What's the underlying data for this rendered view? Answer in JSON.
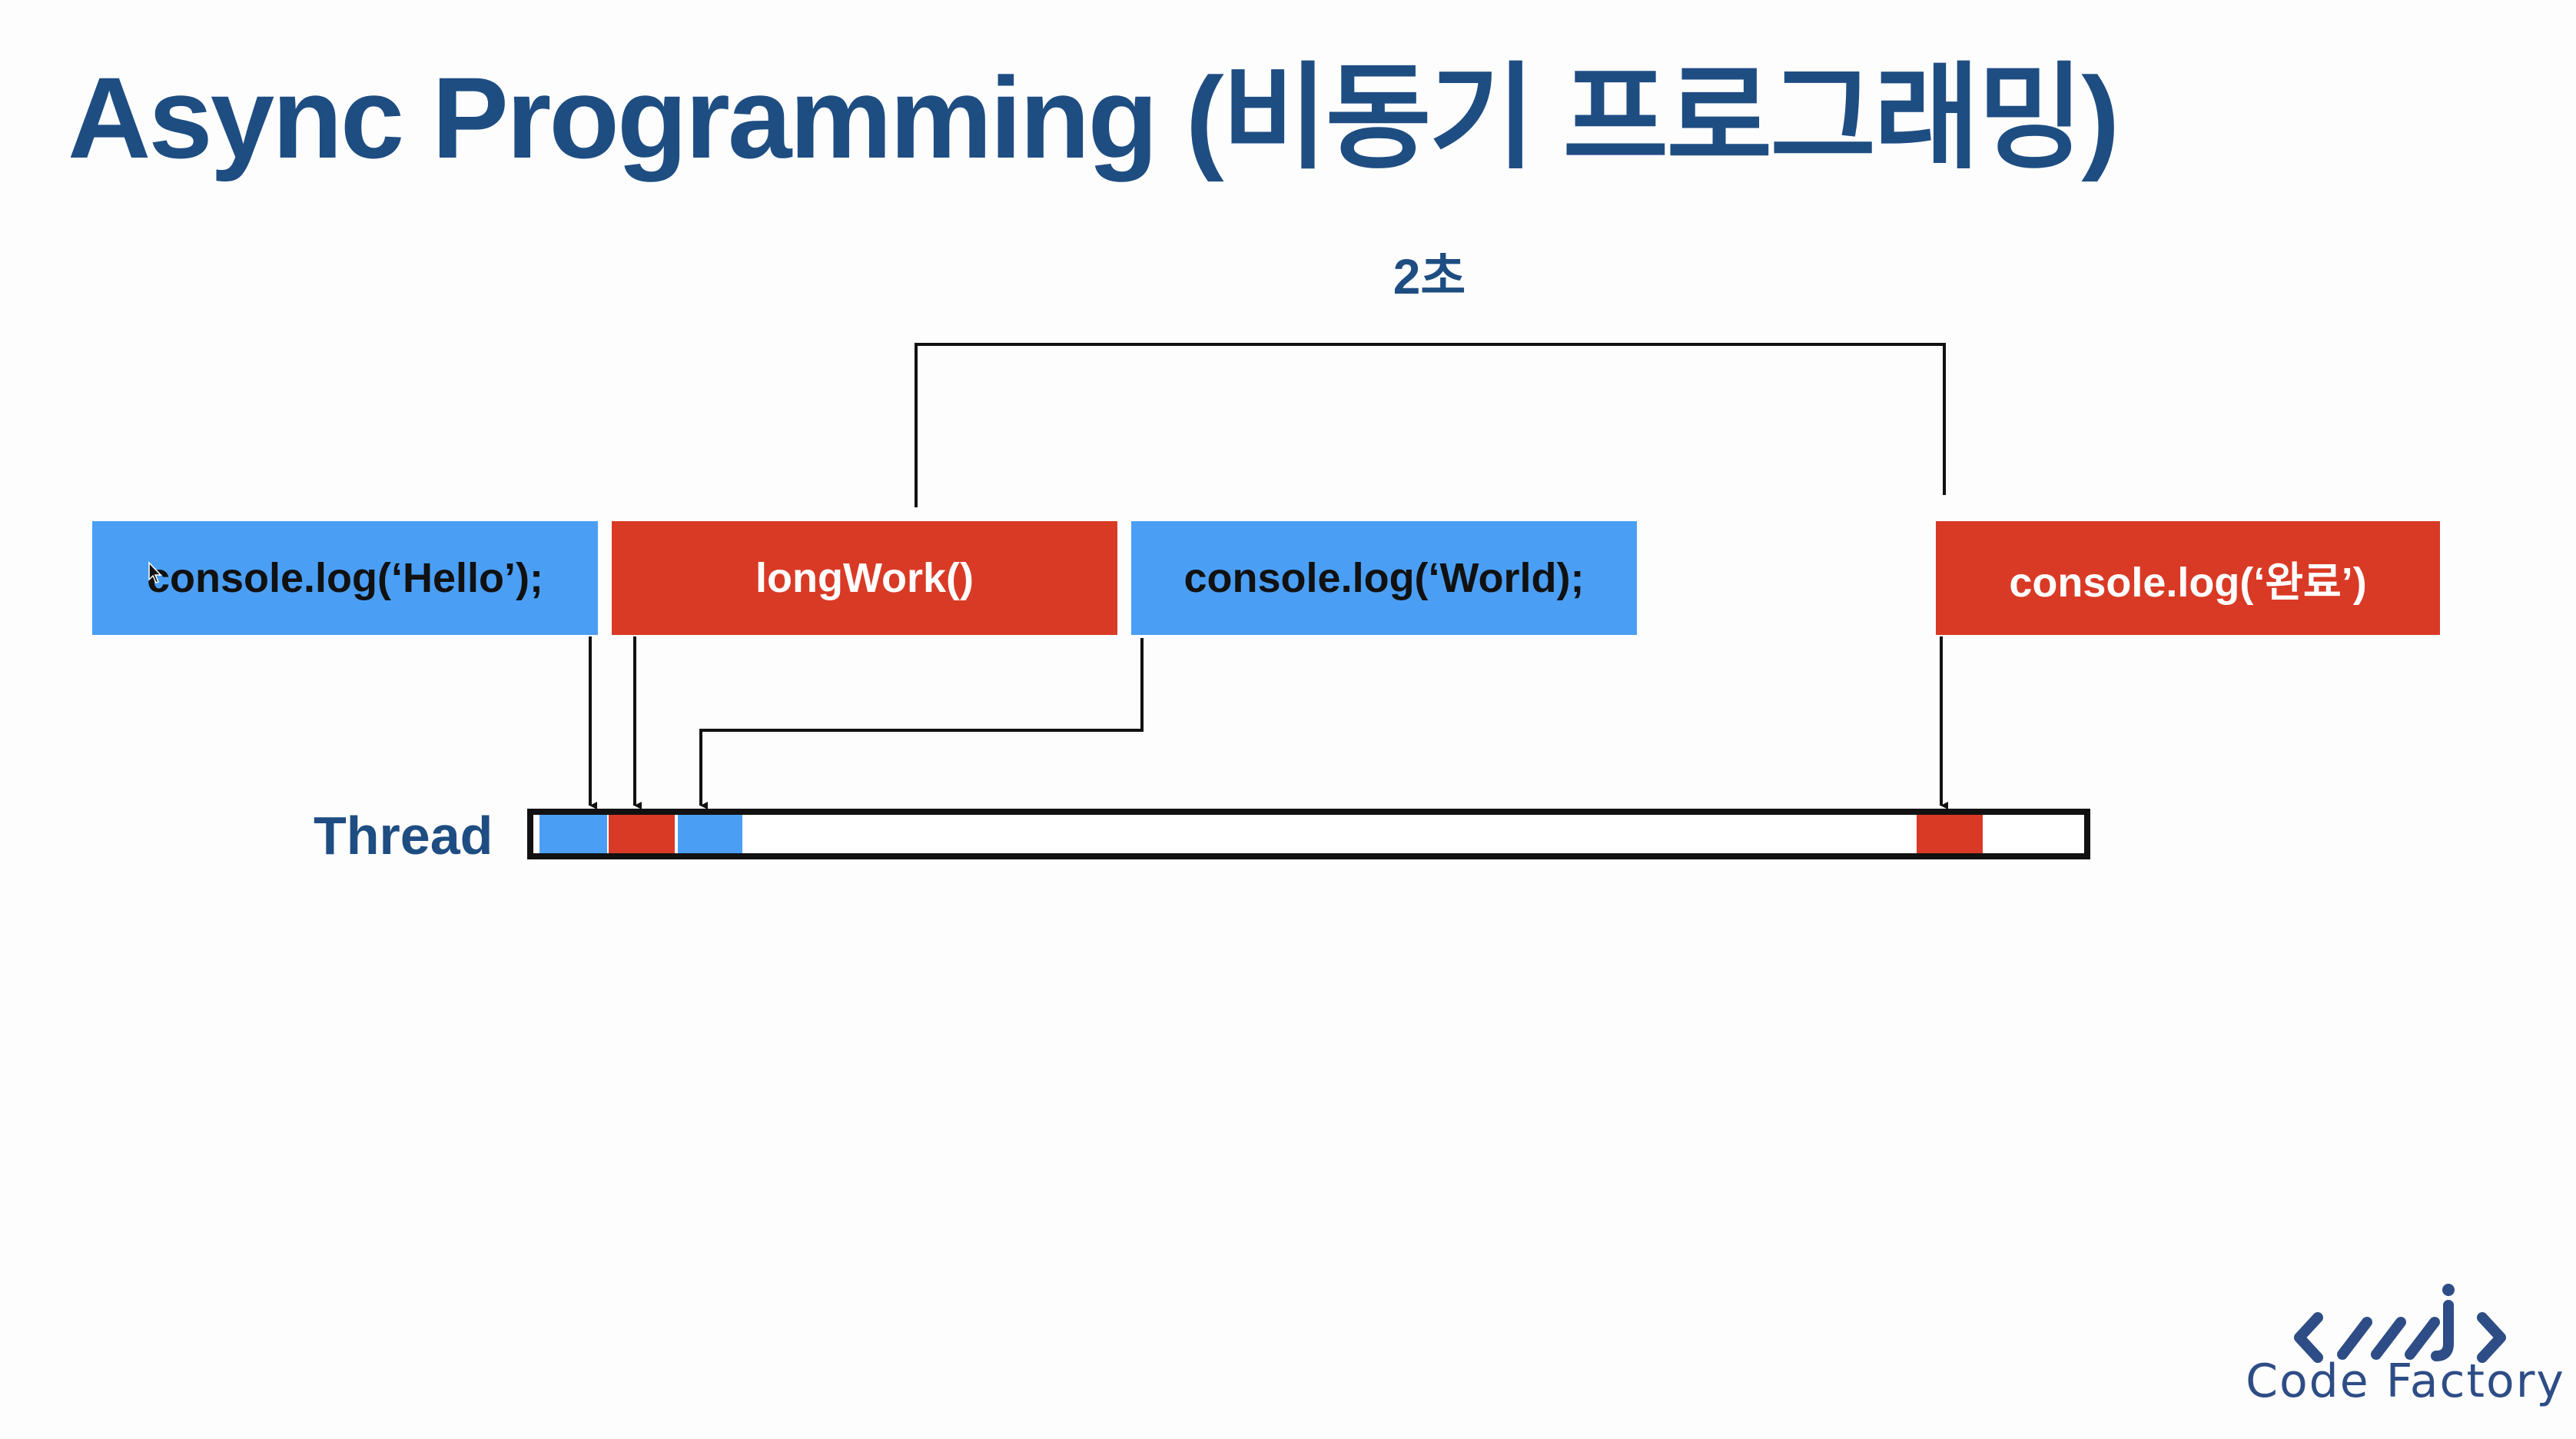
{
  "slide": {
    "title": "Async Programming (비동기 프로그래밍)",
    "duration_label": "2초",
    "code_blocks": [
      {
        "label": "console.log(‘Hello’);",
        "kind": "sync"
      },
      {
        "label": "longWork()",
        "kind": "async"
      },
      {
        "label": "console.log(‘World);",
        "kind": "sync"
      },
      {
        "label": "console.log(‘완료’)",
        "kind": "async"
      }
    ],
    "thread": {
      "label": "Thread"
    }
  },
  "logo": {
    "icon": "code-brackets-icon",
    "name": "Code Factory"
  },
  "colors": {
    "title": "#1e4d82",
    "sync_block": "#4a9ff5",
    "async_block": "#d93a26",
    "text_dark": "#111111",
    "text_light": "#ffffff",
    "line": "#111111",
    "logo": "#2e4d86"
  }
}
